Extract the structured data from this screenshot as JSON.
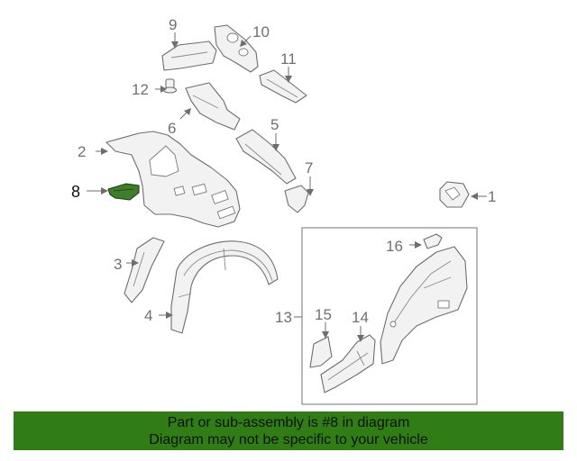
{
  "diagram": {
    "callouts": [
      {
        "id": "1",
        "label": "1"
      },
      {
        "id": "2",
        "label": "2"
      },
      {
        "id": "3",
        "label": "3"
      },
      {
        "id": "4",
        "label": "4"
      },
      {
        "id": "5",
        "label": "5"
      },
      {
        "id": "6",
        "label": "6"
      },
      {
        "id": "7",
        "label": "7"
      },
      {
        "id": "8",
        "label": "8"
      },
      {
        "id": "9",
        "label": "9"
      },
      {
        "id": "10",
        "label": "10"
      },
      {
        "id": "11",
        "label": "11"
      },
      {
        "id": "12",
        "label": "12"
      },
      {
        "id": "13",
        "label": "13"
      },
      {
        "id": "14",
        "label": "14"
      },
      {
        "id": "15",
        "label": "15"
      },
      {
        "id": "16",
        "label": "16"
      }
    ],
    "highlighted_part": "8",
    "colors": {
      "highlight": "#3f7d2c",
      "banner": "#2f7d14",
      "line": "#6e6e6e"
    }
  },
  "banner": {
    "line1": "Part or sub-assembly is #8 in diagram",
    "line2": "Diagram may not be specific to your vehicle"
  }
}
